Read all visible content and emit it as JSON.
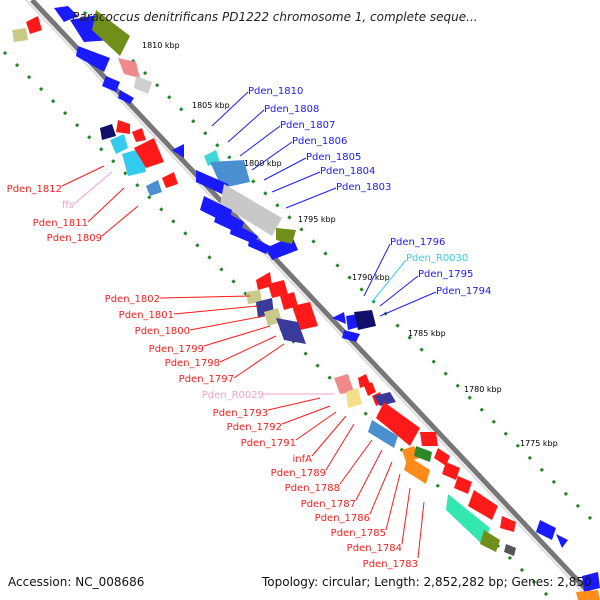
{
  "title": "Paracoccus denitrificans PD1222 chromosome 1, complete seque...",
  "footer": {
    "accession": "Accession: NC_008686",
    "topology": "Topology: circular; Length: 2,852,282 bp; Genes: 2,850"
  },
  "kbp_labels": [
    "1810 kbp",
    "1805 kbp",
    "1800 kbp",
    "1795 kbp",
    "1790 kbp",
    "1785 kbp",
    "1780 kbp",
    "1775 kbp"
  ],
  "genes_right": [
    "Pden_1810",
    "Pden_1808",
    "Pden_1807",
    "Pden_1806",
    "Pden_1805",
    "Pden_1804",
    "Pden_1803",
    "Pden_1796",
    "Pden_R0030",
    "Pden_1795",
    "Pden_1794"
  ],
  "genes_left": [
    "Pden_1812",
    "ffs",
    "Pden_1811",
    "Pden_1809",
    "Pden_1802",
    "Pden_1801",
    "Pden_1800",
    "Pden_1799",
    "Pden_1798",
    "Pden_1797",
    "Pden_R0029",
    "Pden_1793",
    "Pden_1792",
    "Pden_1791",
    "infA",
    "Pden_1789",
    "Pden_1788",
    "Pden_1787",
    "Pden_1786",
    "Pden_1785",
    "Pden_1784",
    "Pden_1783"
  ],
  "colors": {
    "forward_strand": "#1a1aff",
    "reverse_strand": "#ff1a1a",
    "rna": "#f7a0c8",
    "trna": "#33ccee",
    "backbone": "#888888",
    "gc_dots": "#1e8a1e"
  }
}
